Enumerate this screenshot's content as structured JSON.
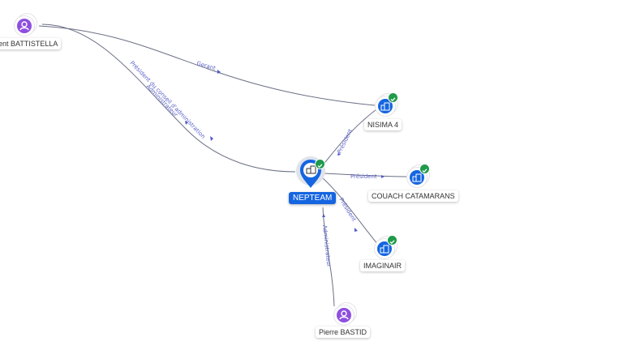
{
  "graph": {
    "nodes": {
      "person_battistella": {
        "label": "ent BATTISTELLA",
        "type": "person",
        "icon": "person-icon"
      },
      "person_bastid": {
        "label": "Pierre BASTID",
        "type": "person",
        "icon": "person-icon"
      },
      "center": {
        "label": "NEPTEAM",
        "type": "company",
        "icon": "building-icon",
        "verified": true
      },
      "nisima": {
        "label": "NISIMA 4",
        "type": "company",
        "icon": "building-icon",
        "verified": true
      },
      "couach": {
        "label": "COUACH CATAMARANS",
        "type": "company",
        "icon": "building-icon",
        "verified": true
      },
      "imaginair": {
        "label": "IMAGINAIR",
        "type": "company",
        "icon": "building-icon",
        "verified": true
      }
    },
    "edges": {
      "gerant": "Gerant",
      "pca": "Président du conseil d'administration",
      "administrateur_top": "Administrateur",
      "president_nisima": "Président",
      "president_couach": "Président",
      "president_imaginair": "Président",
      "administrateur_bastid": "Administrateur"
    },
    "colors": {
      "company": "#1565e0",
      "person": "#8e4fe0",
      "verified": "#1f9a4b",
      "edge": "#6b7085",
      "edge_label": "#5b62c8"
    }
  }
}
